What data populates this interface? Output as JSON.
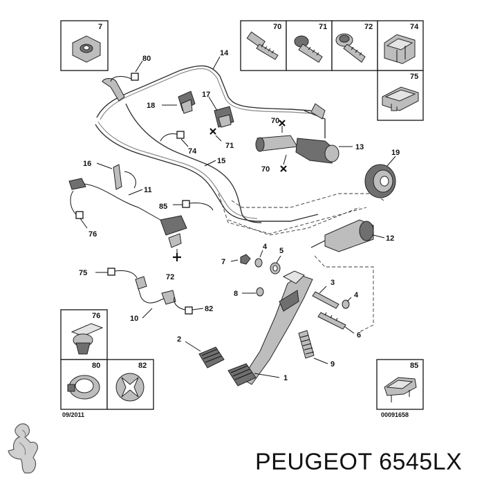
{
  "diagram": {
    "date_code": "09/2011",
    "ref_code": "00091658",
    "brand_caption": "PEUGEOT 6545LX"
  },
  "boxes": {
    "b7": "7",
    "b70": "70",
    "b71": "71",
    "b72": "72",
    "b74": "74",
    "b75": "75",
    "b76": "76",
    "b80": "80",
    "b82": "82",
    "b85": "85"
  },
  "callouts": {
    "c80": "80",
    "c14": "14",
    "c17": "17",
    "c18": "18",
    "c70a": "70",
    "c71": "71",
    "c74": "74",
    "c13": "13",
    "c70b": "70",
    "c19": "19",
    "c16": "16",
    "c15": "15",
    "c11": "11",
    "c85": "85",
    "c76": "76",
    "c12": "12",
    "c72": "72",
    "c4a": "4",
    "c5": "5",
    "c7": "7",
    "c75": "75",
    "c8": "8",
    "c3": "3",
    "c4b": "4",
    "c82": "82",
    "c10": "10",
    "c6": "6",
    "c2": "2",
    "c9": "9",
    "c1": "1"
  },
  "icons": {
    "logo": "peugeot-lion-logo"
  }
}
